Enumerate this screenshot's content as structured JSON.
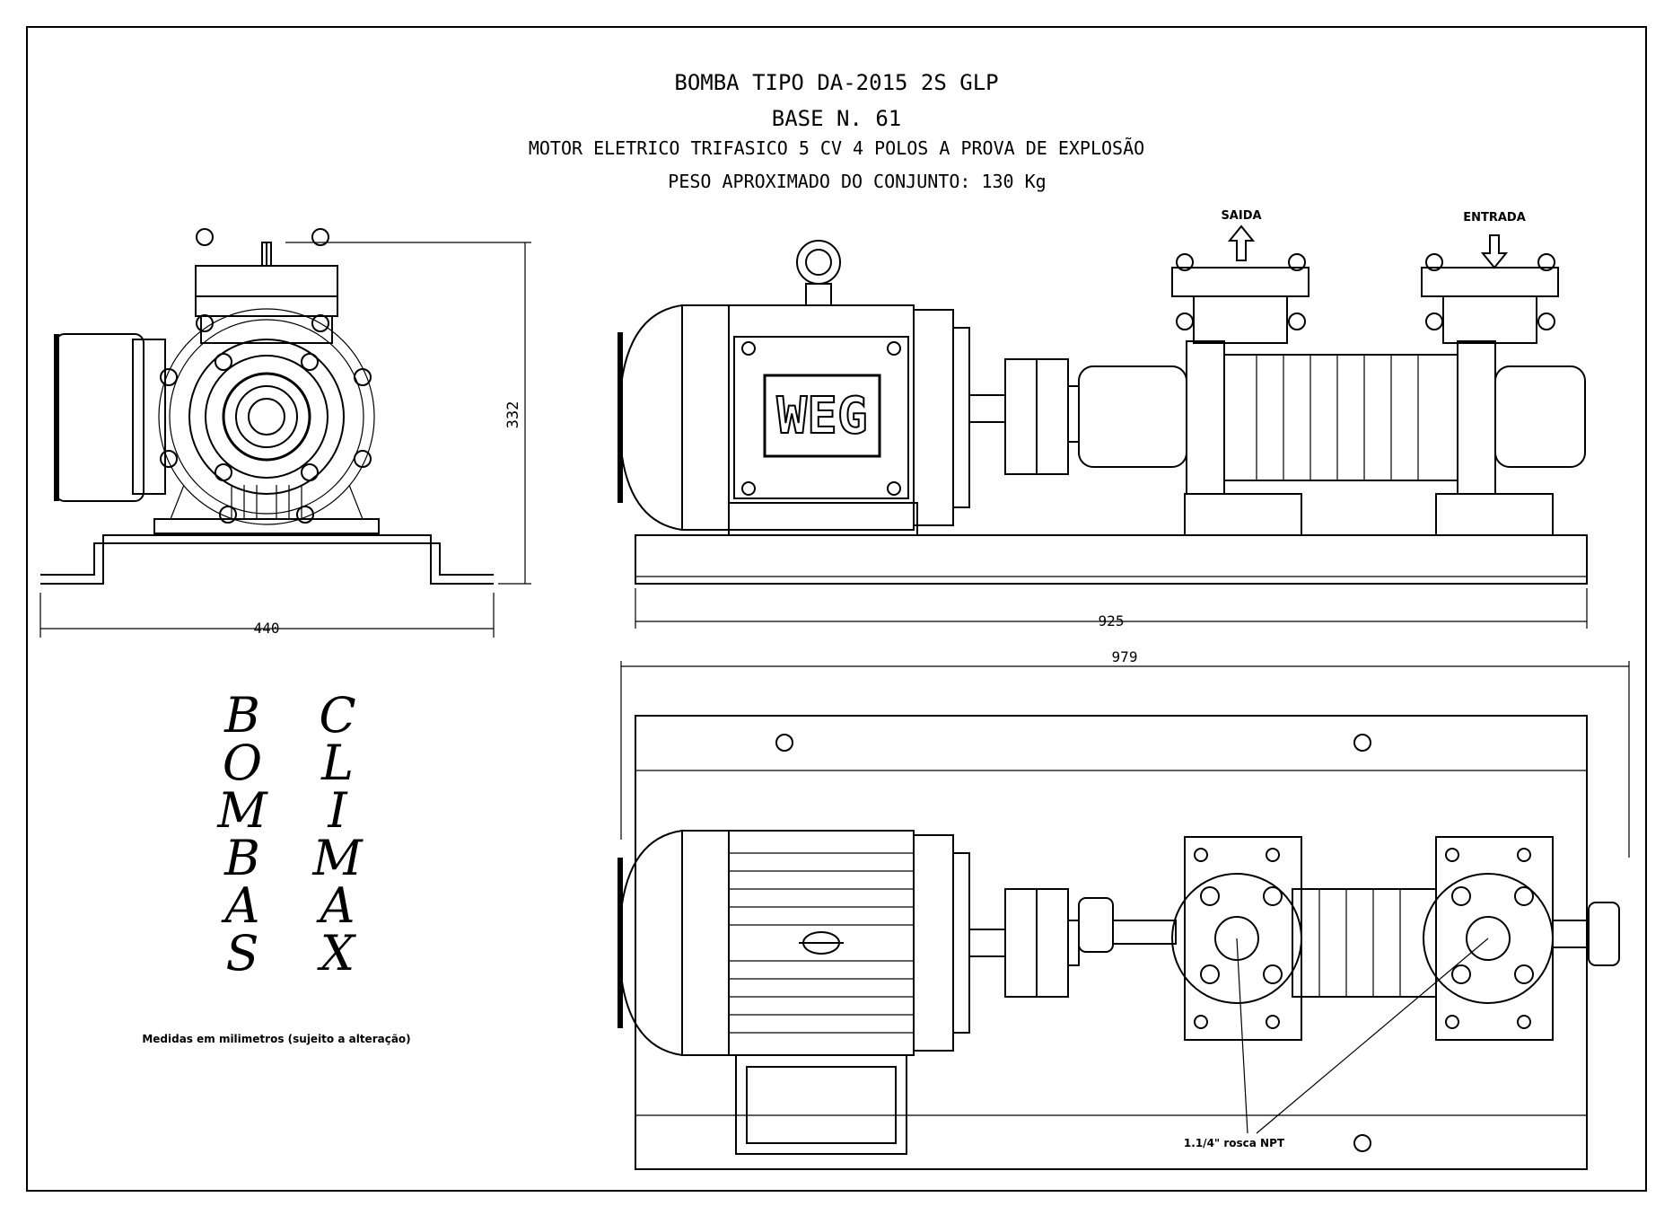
{
  "title": {
    "line1": "BOMBA TIPO DA-2015 2S GLP",
    "line2": "BASE N. 61",
    "line3": "MOTOR ELETRICO TRIFASICO 5 CV 4 POLOS A PROVA DE EXPLOSÃO",
    "line4": "PESO APROXIMADO DO CONJUNTO: 130 Kg"
  },
  "labels": {
    "outlet": "SAIDA",
    "inlet": "ENTRADA",
    "thread": "1.1/4\" rosca NPT",
    "motor_brand": "WEG",
    "note": "Medidas em milimetros (sujeito a alteração)"
  },
  "dimensions": {
    "height": "332",
    "width_front": "440",
    "length_side": "925",
    "length_top": "979"
  },
  "logo": {
    "col1": [
      "B",
      "O",
      "M",
      "B",
      "A",
      "S"
    ],
    "col2": [
      "C",
      "L",
      "I",
      "M",
      "A",
      "X"
    ]
  }
}
